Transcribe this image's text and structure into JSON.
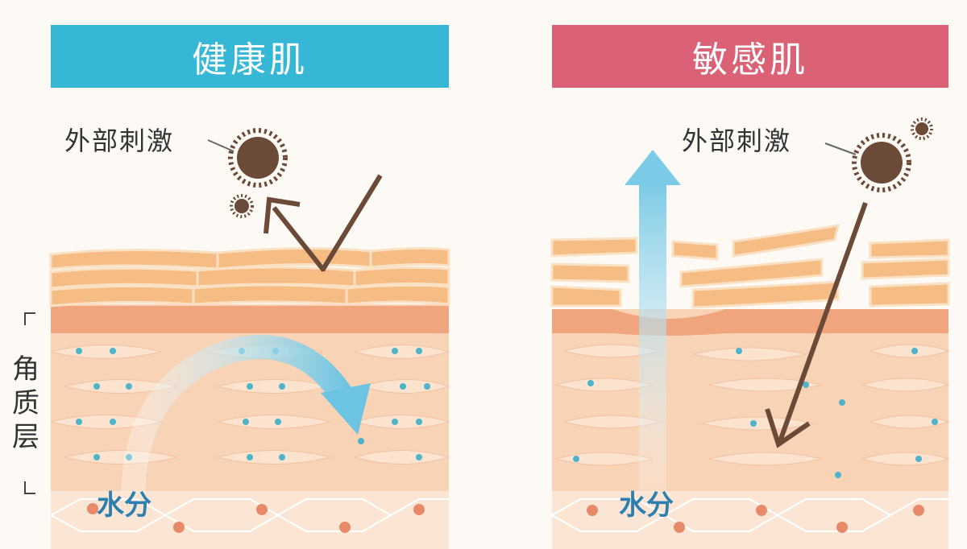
{
  "panels": {
    "healthy": {
      "title": "健康肌",
      "title_color": "#36b7d6"
    },
    "sensitive": {
      "title": "敏感肌",
      "title_color": "#db6276"
    }
  },
  "labels": {
    "stimulus_left": "外部刺激",
    "stimulus_right": "外部刺激",
    "water_left": "水分",
    "water_right": "水分",
    "side_layer": "角质层"
  },
  "colors": {
    "skin": "#f7c9a5",
    "scale": "#f3b77e",
    "dermis": "#f2a882",
    "water_arrow": "#8dd0e6",
    "stimulus": "#6b4a38"
  }
}
